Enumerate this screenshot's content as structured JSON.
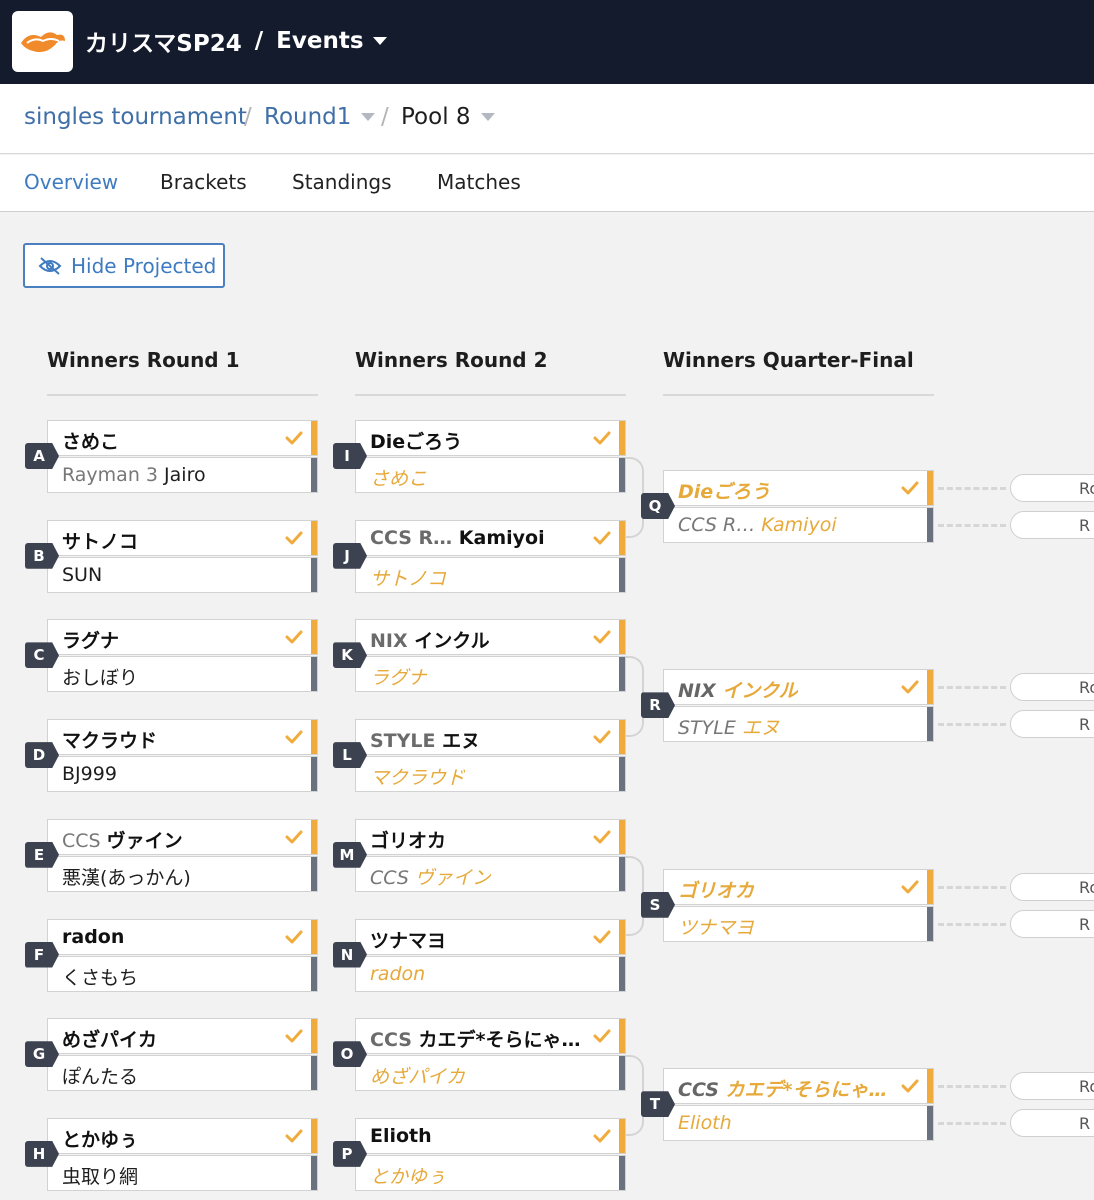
{
  "header": {
    "brand_text": "カリスマSP24",
    "separator": "/",
    "section_label": "Events"
  },
  "breadcrumb": {
    "event": "singles tournament",
    "round": "Round1",
    "pool": "Pool 8",
    "slash": "/"
  },
  "tabs": [
    {
      "label": "Overview",
      "active": true
    },
    {
      "label": "Brackets",
      "active": false
    },
    {
      "label": "Standings",
      "active": false
    },
    {
      "label": "Matches",
      "active": false
    }
  ],
  "hide_projected_label": "Hide Projected",
  "rounds": [
    {
      "title": "Winners Round 1"
    },
    {
      "title": "Winners Round 2"
    },
    {
      "title": "Winners Quarter-Final"
    }
  ],
  "ghost_label_top": "Ro",
  "ghost_label_bottom": "R",
  "colors": {
    "accent": "#f0ab3c",
    "header_bg": "#141b2d",
    "link": "#3f6fa6",
    "loser_bar": "#6a7280"
  },
  "round1": [
    {
      "id": "A",
      "top": {
        "prefix": "",
        "name": "さめこ"
      },
      "bottom": {
        "prefix": "Rayman 3 ",
        "name": "Jairo"
      }
    },
    {
      "id": "B",
      "top": {
        "prefix": "",
        "name": "サトノコ"
      },
      "bottom": {
        "prefix": "",
        "name": "SUN"
      }
    },
    {
      "id": "C",
      "top": {
        "prefix": "",
        "name": "ラグナ"
      },
      "bottom": {
        "prefix": "",
        "name": "おしぼり"
      }
    },
    {
      "id": "D",
      "top": {
        "prefix": "",
        "name": "マクラウド"
      },
      "bottom": {
        "prefix": "",
        "name": "BJ999"
      }
    },
    {
      "id": "E",
      "top": {
        "prefix": "CCS ",
        "name": "ヴァイン"
      },
      "bottom": {
        "prefix": "",
        "name": "悪漢(あっかん)"
      }
    },
    {
      "id": "F",
      "top": {
        "prefix": "",
        "name": "radon"
      },
      "bottom": {
        "prefix": "",
        "name": "くさもち"
      }
    },
    {
      "id": "G",
      "top": {
        "prefix": "",
        "name": "めざパイカ"
      },
      "bottom": {
        "prefix": "",
        "name": "ぽんたる"
      }
    },
    {
      "id": "H",
      "top": {
        "prefix": "",
        "name": "とかゆぅ"
      },
      "bottom": {
        "prefix": "",
        "name": "虫取り網"
      }
    }
  ],
  "round2": [
    {
      "id": "I",
      "top": {
        "prefix": "",
        "name": "Dieごろう"
      },
      "bottom": {
        "prefix": "",
        "name": "さめこ"
      }
    },
    {
      "id": "J",
      "top": {
        "prefix": "CCS R… ",
        "name": "Kamiyoi"
      },
      "bottom": {
        "prefix": "",
        "name": "サトノコ"
      }
    },
    {
      "id": "K",
      "top": {
        "prefix": "NIX ",
        "name": "インクル"
      },
      "bottom": {
        "prefix": "",
        "name": "ラグナ"
      }
    },
    {
      "id": "L",
      "top": {
        "prefix": "STYLE ",
        "name": "エヌ"
      },
      "bottom": {
        "prefix": "",
        "name": "マクラウド"
      }
    },
    {
      "id": "M",
      "top": {
        "prefix": "",
        "name": "ゴリオカ"
      },
      "bottom": {
        "prefix": "CCS ",
        "name": "ヴァイン"
      }
    },
    {
      "id": "N",
      "top": {
        "prefix": "",
        "name": "ツナマヨ"
      },
      "bottom": {
        "prefix": "",
        "name": "radon"
      }
    },
    {
      "id": "O",
      "top": {
        "prefix": "CCS ",
        "name": "カエデ*そらにゃ…"
      },
      "bottom": {
        "prefix": "",
        "name": "めざパイカ"
      }
    },
    {
      "id": "P",
      "top": {
        "prefix": "",
        "name": "Elioth"
      },
      "bottom": {
        "prefix": "",
        "name": "とかゆぅ"
      }
    }
  ],
  "quarter": [
    {
      "id": "Q",
      "top": {
        "prefix": "",
        "name": "Dieごろう"
      },
      "bottom": {
        "prefix": "CCS R… ",
        "name": "Kamiyoi"
      }
    },
    {
      "id": "R",
      "top": {
        "prefix": "NIX ",
        "name": "インクル"
      },
      "bottom": {
        "prefix": "STYLE ",
        "name": "エヌ"
      }
    },
    {
      "id": "S",
      "top": {
        "prefix": "",
        "name": "ゴリオカ"
      },
      "bottom": {
        "prefix": "",
        "name": "ツナマヨ"
      }
    },
    {
      "id": "T",
      "top": {
        "prefix": "CCS ",
        "name": "カエデ*そらにゃ…"
      },
      "bottom": {
        "prefix": "",
        "name": "Elioth"
      }
    }
  ]
}
